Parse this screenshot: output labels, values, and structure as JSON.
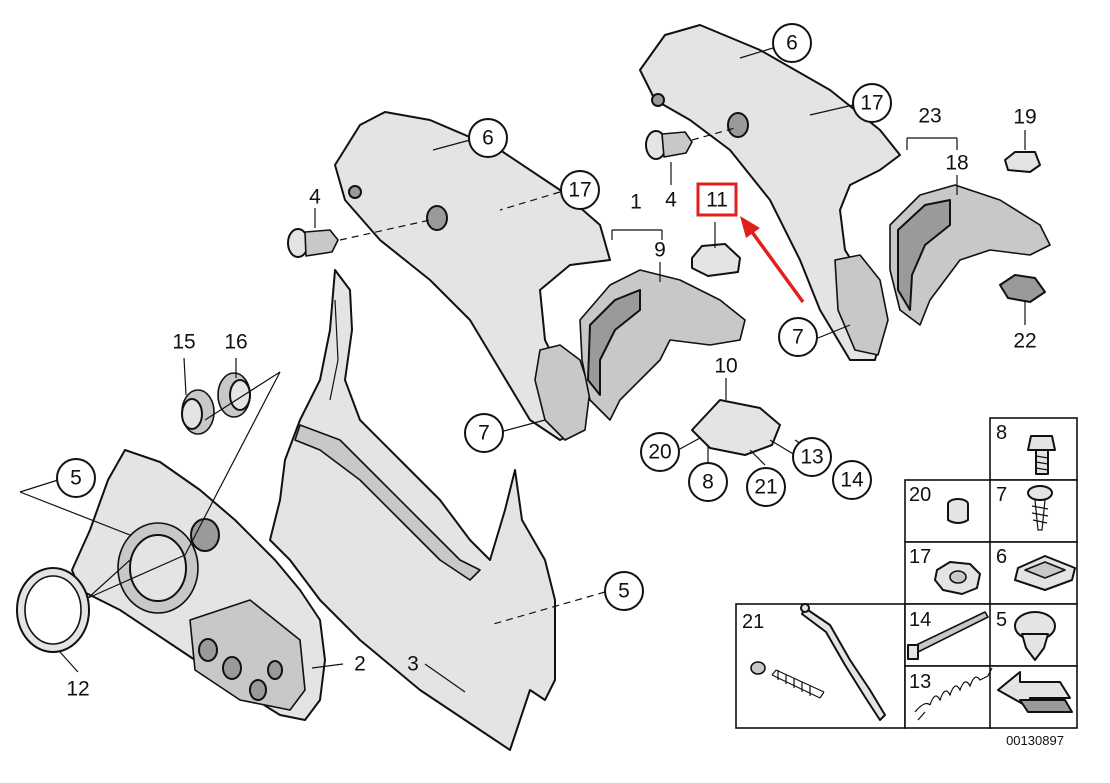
{
  "diagram": {
    "callouts": {
      "c6a": "6",
      "c17a": "17",
      "c4a": "4",
      "c1": "1",
      "c9": "9",
      "c6b": "6",
      "c17b": "17",
      "c4b": "4",
      "c11": "11",
      "c23": "23",
      "c18": "18",
      "c19": "19",
      "c22": "22",
      "c7a": "7",
      "c7b": "7",
      "c10": "10",
      "c20": "20",
      "c8": "8",
      "c21": "21",
      "c13": "13",
      "c14": "14",
      "c15": "15",
      "c16": "16",
      "c5a": "5",
      "c5b": "5",
      "c12": "12",
      "c2": "2",
      "c3": "3"
    },
    "highlight_color": "#e0201e",
    "highlighted_part": "11"
  },
  "legend": {
    "cells": {
      "l8": "8",
      "l20": "20",
      "l7": "7",
      "l17": "17",
      "l6": "6",
      "l21": "21",
      "l14": "14",
      "l5": "5",
      "l13": "13"
    }
  },
  "image_code": "00130897"
}
